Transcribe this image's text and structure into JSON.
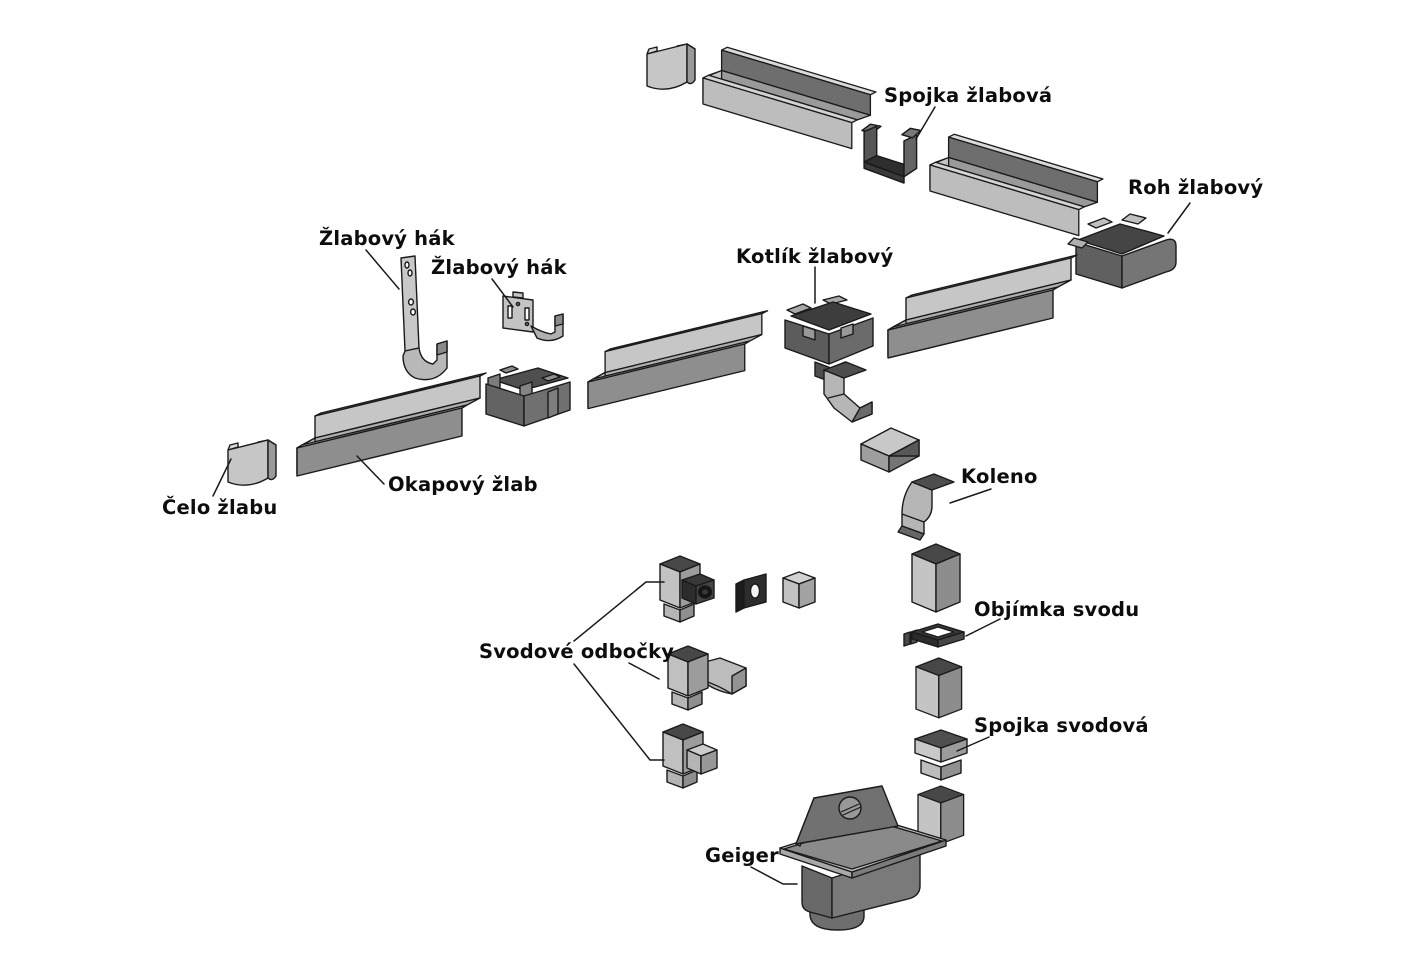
{
  "labels": {
    "spojka_zlabova": "Spojka žlabová",
    "roh_zlabovy": "Roh žlabový",
    "zlabovy_hak_long": "Žlabový hák",
    "zlabovy_hak_short": "Žlabový hák",
    "kotlik_zlabovy": "Kotlík žlabový",
    "celo_zlabu": "Čelo žlabu",
    "okapovy_zlab": "Okapový žlab",
    "koleno": "Koleno",
    "objimka_svodu": "Objímka svodu",
    "spojka_svodova": "Spojka svodová",
    "svodove_odbocky": "Svodové odbočky",
    "geiger": "Geiger"
  },
  "colors": {
    "background": "#ffffff",
    "outline": "#1a1a1a",
    "light_gray": "#c4c4c4",
    "mid_gray": "#9a9a9a",
    "dark_gray": "#6e6e6e",
    "darkest_gray": "#2e2e2e",
    "label_text": "#0d0d0d"
  }
}
